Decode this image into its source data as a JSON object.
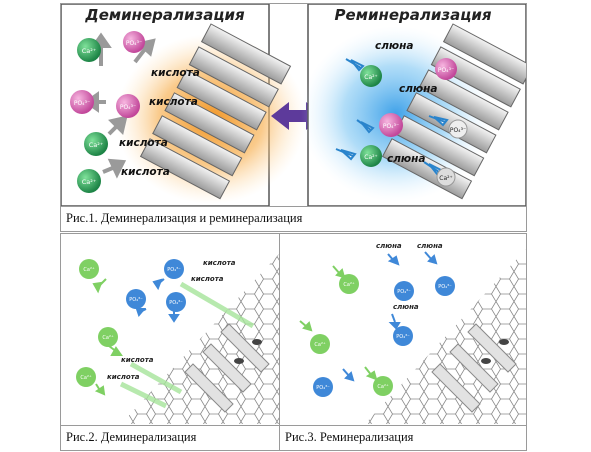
{
  "figure1": {
    "left_title": "Деминерализация",
    "right_title": "Реминерализация",
    "acid_labels": [
      "кислота",
      "кислота",
      "кислота",
      "кислота"
    ],
    "saliva_labels": [
      "слюна",
      "слюна",
      "слюна"
    ],
    "ions_left": [
      "Ca²⁺",
      "PO₄³⁻",
      "PO₄³⁻",
      "PO₄³⁻",
      "Ca²⁺",
      "Ca²⁺"
    ],
    "ions_right": [
      "Ca²⁺",
      "PO₄³⁻",
      "PO₄³⁻",
      "Ca²⁺",
      "PO₄³⁻",
      "Ca²⁺"
    ],
    "caption": "Рис.1. Деминерализация и реминерализация"
  },
  "figure2": {
    "acid_labels": [
      "кислота",
      "кислота",
      "кислота",
      "кислота"
    ],
    "ions": [
      "Ca²⁺",
      "PO₄³⁻",
      "PO₄³⁻",
      "PO₄³⁻",
      "Ca²⁺",
      "Ca²⁺"
    ],
    "caption": "Рис.2. Деминерализация"
  },
  "figure3": {
    "saliva_labels": [
      "слюна",
      "слюна",
      "слюна"
    ],
    "ions": [
      "Ca²⁺",
      "PO₄³⁻",
      "PO₄³⁻",
      "PO₄³⁻",
      "Ca²⁺",
      "PO₄³⁻",
      "Ca²⁺"
    ],
    "caption": "Рис.3. Реминерализация"
  },
  "colors": {
    "calcium": "#2e9a55",
    "phosphate": "#d964b0",
    "acid_glow": "#f3a32a",
    "saliva_glow": "#3fa7ea",
    "arrow_swap": "#5d3a9b",
    "calcium_light": "#7fd063",
    "phosphate_blue": "#3f88d8"
  }
}
